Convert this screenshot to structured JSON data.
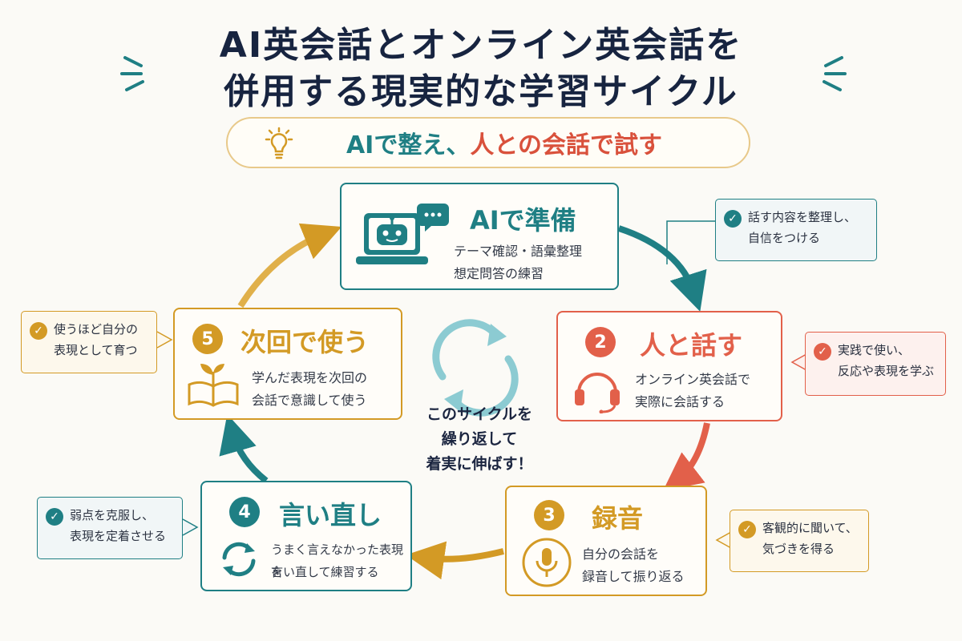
{
  "title": {
    "line1": "AI英会話とオンライン英会話を",
    "line2": "併用する現実的な学習サイクル"
  },
  "subtitle": {
    "part1": "AIで整え、",
    "part2": "人との会話で試す"
  },
  "steps": [
    {
      "num": "",
      "title": "AIで準備",
      "desc1": "テーマ確認・語彙整理",
      "desc2": "想定問答の練習",
      "icon": "robot-laptop-chat-icon"
    },
    {
      "num": "2",
      "title": "人と話す",
      "desc1": "オンライン英会話で",
      "desc2": "実際に会話する",
      "icon": "headset-icon"
    },
    {
      "num": "3",
      "title": "録音",
      "desc1": "自分の会話を",
      "desc2": "録音して振り返る",
      "icon": "microphone-icon"
    },
    {
      "num": "4",
      "title": "言い直し",
      "desc1": "うまく言えなかった表現を",
      "desc2": "言い直して練習する",
      "icon": "refresh-icon"
    },
    {
      "num": "5",
      "title": "次回で使う",
      "desc1": "学んだ表現を次回の",
      "desc2": "会話で意識して使う",
      "icon": "sprout-book-icon"
    }
  ],
  "notes": [
    {
      "line1": "話す内容を整理し、",
      "line2": "自信をつける"
    },
    {
      "line1": "実践で使い、",
      "line2": "反応や表現を学ぶ"
    },
    {
      "line1": "客観的に聞いて、",
      "line2": "気づきを得る"
    },
    {
      "line1": "弱点を克服し、",
      "line2": "表現を定着させる"
    },
    {
      "line1": "使うほど自分の",
      "line2": "表現として育つ"
    }
  ],
  "center": {
    "line1": "このサイクルを",
    "line2": "繰り返して",
    "line3": "着実に伸ばす！"
  },
  "colors": {
    "teal": "#1f7f84",
    "coral": "#e2604a",
    "gold": "#d39a25",
    "navy": "#172440"
  }
}
